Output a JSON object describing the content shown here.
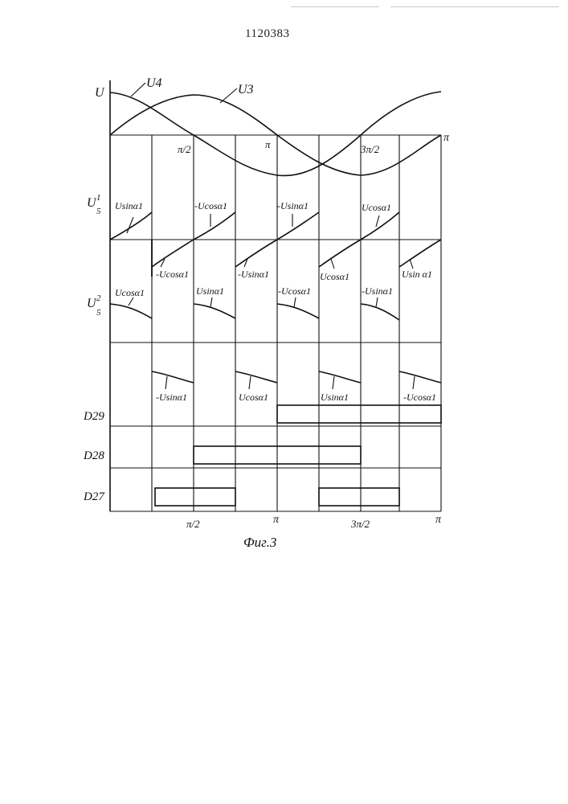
{
  "header": {
    "doc_number": "1120383"
  },
  "axes": {
    "y_label_u": "U",
    "u4": "U4",
    "u3": "U3",
    "u5_1": "U",
    "u5_1_sup": "1",
    "u5_1_sub": "5",
    "u5_2": "U",
    "u5_2_sup": "2",
    "u5_2_sub": "5",
    "pi_half_top": "π/2",
    "pi_top": "π",
    "three_pi_half_top": "3π/2",
    "pi_end_top": "π",
    "pi_half_bottom": "π/2",
    "pi_bottom": "π",
    "three_pi_half_bottom": "3π/2",
    "pi_end_bottom": "π"
  },
  "signals": {
    "d29": "D29",
    "d28": "D28",
    "d27": "D27"
  },
  "segment_labels": {
    "r1_a": "Usinα1",
    "r1_b": "-Ucosα1",
    "r1_c": "-Usinα1",
    "r1_d": "Ucosα1",
    "r2_a": "-Ucosα1",
    "r2_b": "-Usinα1",
    "r2_c": "Ucosα1",
    "r2_d": "Usin α1",
    "r3_a": "Ucosα1",
    "r3_b": "Usinα1",
    "r3_c": "-Ucosα1",
    "r3_d": "-Usinα1",
    "r4_a": "-Usinα1",
    "r4_b": "Ucosα1",
    "r4_c": "Usinα1",
    "r4_d": "-Ucosα1"
  },
  "caption": "Фиг.3"
}
